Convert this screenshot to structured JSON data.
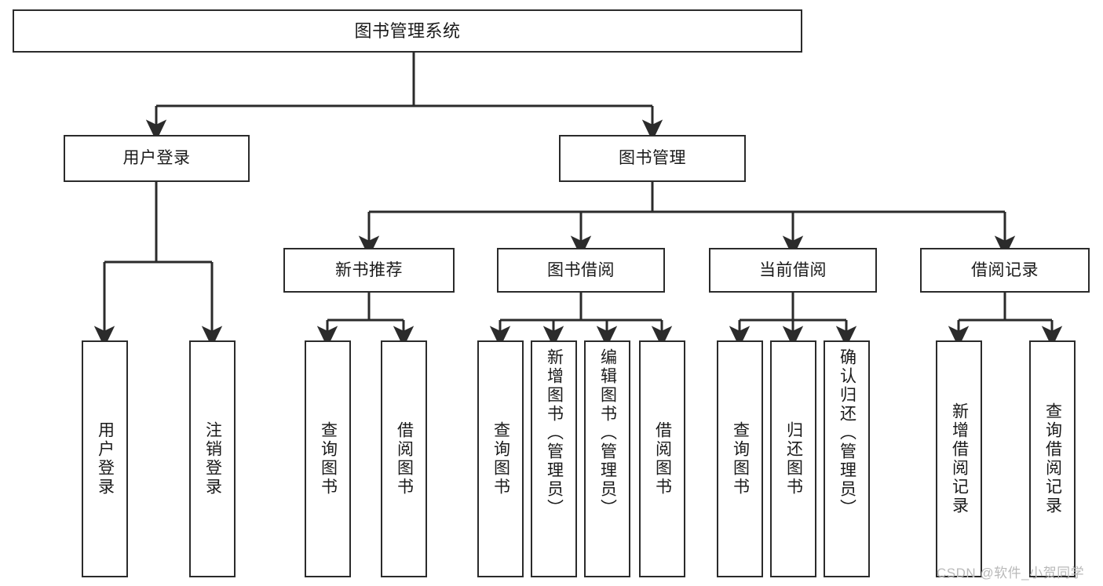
{
  "diagram": {
    "type": "hierarchy-tree",
    "title": "图书管理系统",
    "root": {
      "label": "图书管理系统"
    },
    "level1": [
      {
        "label": "用户登录"
      },
      {
        "label": "图书管理"
      }
    ],
    "level2": [
      {
        "label": "新书推荐",
        "parent": "图书管理"
      },
      {
        "label": "图书借阅",
        "parent": "图书管理"
      },
      {
        "label": "当前借阅",
        "parent": "图书管理"
      },
      {
        "label": "借阅记录",
        "parent": "图书管理"
      }
    ],
    "leaves": [
      {
        "label": "用户登录",
        "parent": "用户登录"
      },
      {
        "label": "注销登录",
        "parent": "用户登录"
      },
      {
        "label": "查询图书",
        "parent": "新书推荐"
      },
      {
        "label": "借阅图书",
        "parent": "新书推荐"
      },
      {
        "label": "查询图书",
        "parent": "图书借阅"
      },
      {
        "label": "新增图书（管理员）",
        "parent": "图书借阅"
      },
      {
        "label": "编辑图书（管理员）",
        "parent": "图书借阅"
      },
      {
        "label": "借阅图书",
        "parent": "图书借阅"
      },
      {
        "label": "查询图书",
        "parent": "当前借阅"
      },
      {
        "label": "归还图书",
        "parent": "当前借阅"
      },
      {
        "label": "确认归还（管理员）",
        "parent": "当前借阅"
      },
      {
        "label": "新增借阅记录",
        "parent": "借阅记录"
      },
      {
        "label": "查询借阅记录",
        "parent": "借阅记录"
      }
    ]
  },
  "watermark": {
    "text": "CSDN @软件_小贺同学"
  },
  "colors": {
    "background": "#ffffff",
    "border": "#2b2b2b",
    "line": "#2b2b2b",
    "text": "#1a1a1a",
    "watermark": "#b9b9b9"
  }
}
